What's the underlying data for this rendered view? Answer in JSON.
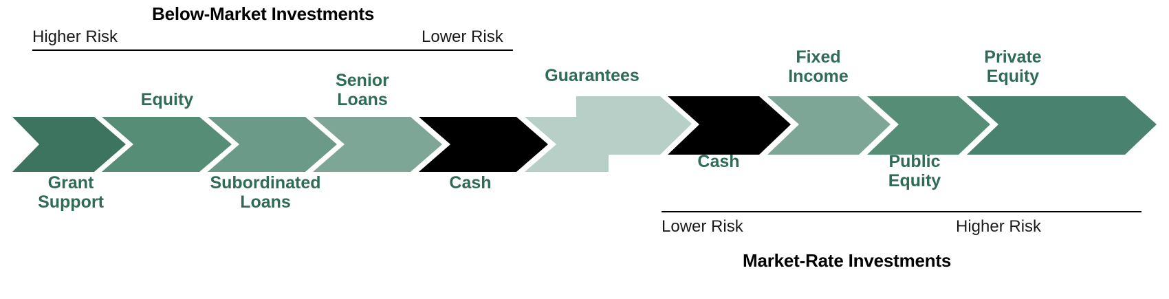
{
  "figure": {
    "headers": {
      "below_market": "Below-Market Investments",
      "market_rate": "Market-Rate Investments"
    },
    "axes": {
      "top_left_label": "Higher Risk",
      "top_right_label": "Lower Risk",
      "bottom_left_label": "Lower Risk",
      "bottom_right_label": "Higher Risk"
    },
    "colors": {
      "darkest_green": "#3d7460",
      "dark_green": "#568d77",
      "mid_green": "#6b9b88",
      "light_mid_green": "#7da696",
      "light_green": "#9ab8ac",
      "lightest_green": "#b8cfc8",
      "label_green": "#2f6b55",
      "rule_black": "#000000",
      "background": "#ffffff"
    }
  },
  "chart_data": {
    "type": "diagram",
    "title": "Investment risk spectrum: Below-Market Investments to Market-Rate Investments",
    "segments": [
      {
        "id": "grant-support",
        "label": "Grant\nSupport",
        "group": "below-market",
        "position": "below",
        "color": "#3d7460",
        "order": 1
      },
      {
        "id": "equity",
        "label": "Equity",
        "group": "below-market",
        "position": "above",
        "color": "#568d77",
        "order": 2
      },
      {
        "id": "subordinated-loans",
        "label": "Subordinated\nLoans",
        "group": "below-market",
        "position": "below",
        "color": "#6b9b88",
        "order": 3
      },
      {
        "id": "senior-loans",
        "label": "Senior\nLoans",
        "group": "below-market",
        "position": "above",
        "color": "#7da696",
        "order": 4
      },
      {
        "id": "cash-below",
        "label": "Cash",
        "group": "below-market",
        "position": "below",
        "color": "#9ab8ac",
        "order": 5
      },
      {
        "id": "guarantees",
        "label": "Guarantees",
        "group": "transition",
        "position": "above",
        "color": "#b8cfc8",
        "order": 6
      },
      {
        "id": "cash-market",
        "label": "Cash",
        "group": "market-rate",
        "position": "below",
        "color": "#9ab8ac",
        "order": 7
      },
      {
        "id": "fixed-income",
        "label": "Fixed\nIncome",
        "group": "market-rate",
        "position": "above",
        "color": "#7da696",
        "order": 8
      },
      {
        "id": "public-equity",
        "label": "Public\nEquity",
        "group": "market-rate",
        "position": "below",
        "color": "#568d77",
        "order": 9
      },
      {
        "id": "private-equity",
        "label": "Private\nEquity",
        "group": "market-rate",
        "position": "above",
        "color": "#4a8270",
        "order": 10
      }
    ]
  }
}
